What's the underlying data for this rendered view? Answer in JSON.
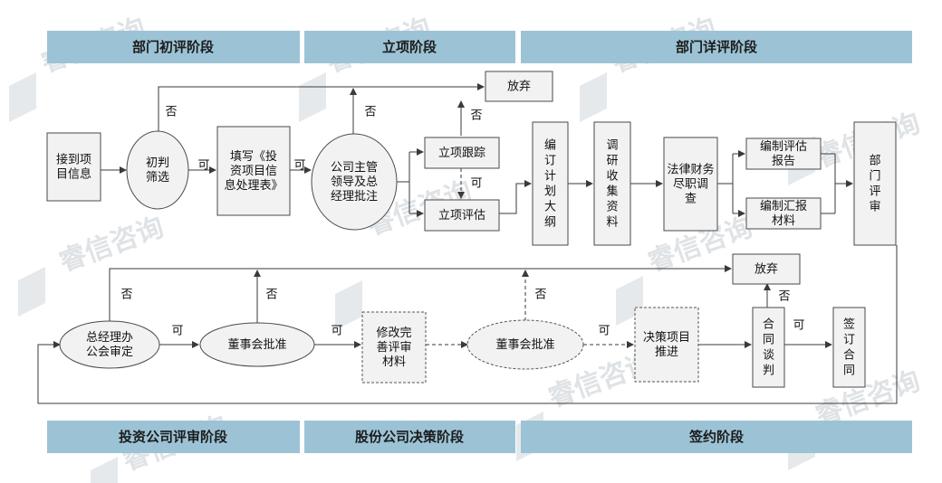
{
  "watermark": {
    "text": "睿信咨询"
  },
  "stages": {
    "dept_initial": "部门初评阶段",
    "project": "立项阶段",
    "dept_detailed": "部门详评阶段",
    "investment_review": "投资公司评审阶段",
    "group_decision": "股份公司决策阶段",
    "signing": "签约阶段"
  },
  "nodes": {
    "receive": "接到项目信息",
    "screen": "初判筛选",
    "form": "填写《投资项目信息处理表》",
    "leader": "公司主管领导及总经理批注",
    "track": "立项跟踪",
    "eval": "立项评估",
    "plan": "编订计划大纲",
    "research": "调研收集资料",
    "legal": "法律财务尽职调查",
    "prep_eval": "编制评估报告",
    "prep_report": "编制汇报材料",
    "dept_review": "部门评审",
    "abandon_top": "放弃",
    "gm": "总经理办公会审定",
    "board1": "董事会批准",
    "revise": "修改完善评审材料",
    "board2": "董事会批准",
    "decision": "决策项目推进",
    "negotiate": "合同谈判",
    "sign": "签订合同",
    "abandon_bottom": "放弃"
  },
  "edge_labels": {
    "yes": "可",
    "no": "否"
  }
}
